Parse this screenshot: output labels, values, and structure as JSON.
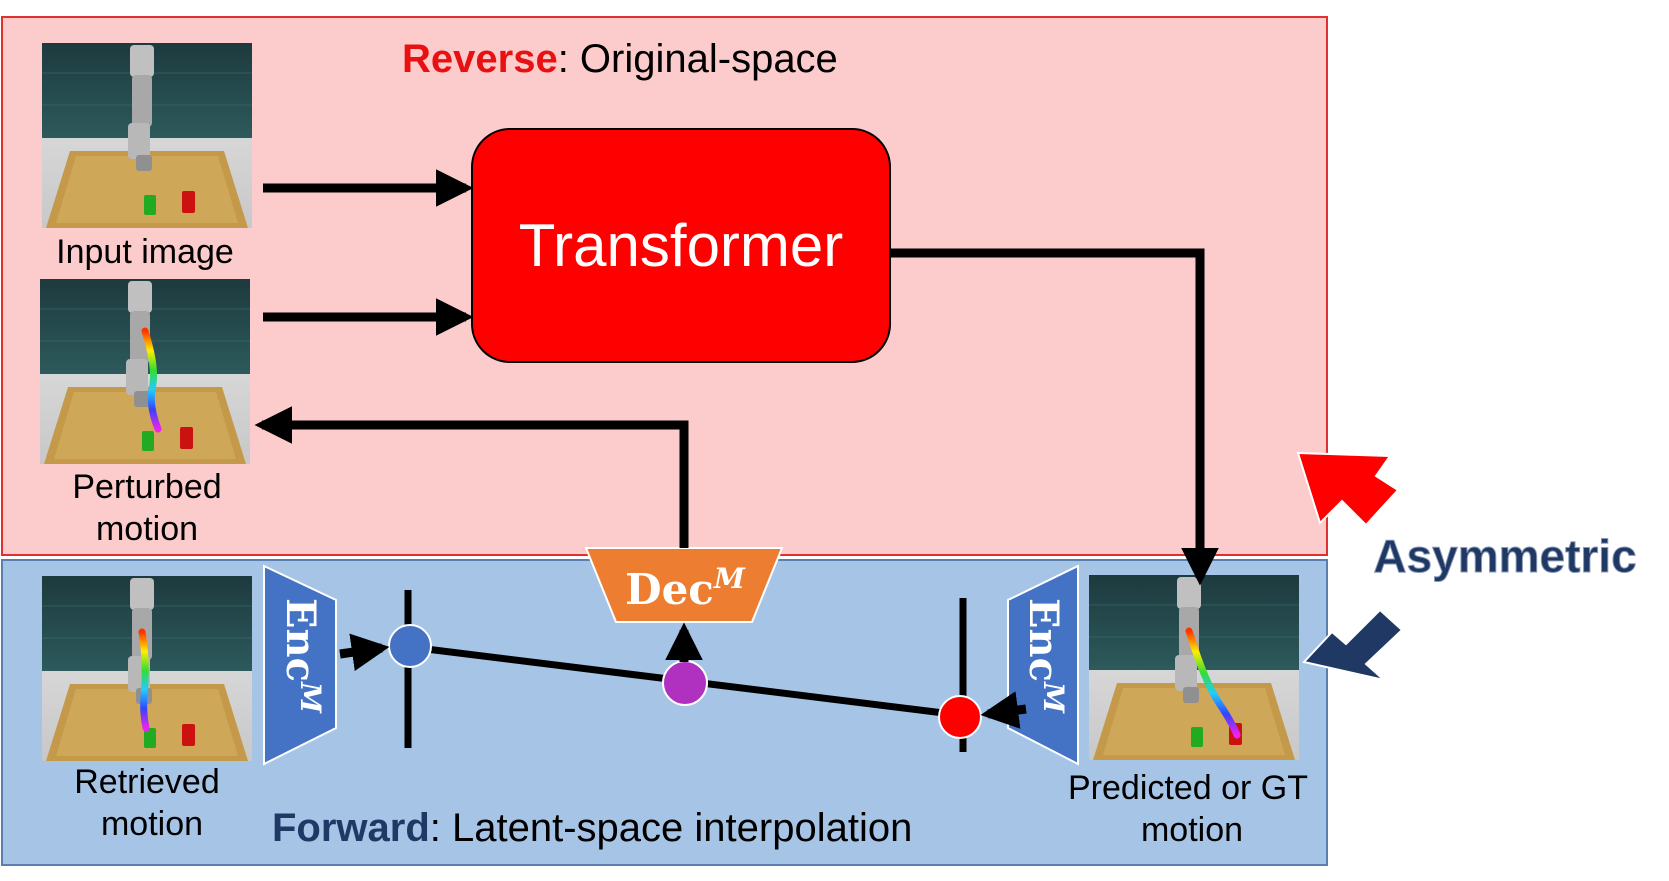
{
  "reverse": {
    "title_bold": "Reverse",
    "title_rest": ": Original-space"
  },
  "forward": {
    "title_bold": "Forward",
    "title_rest": ": Latent-space interpolation"
  },
  "transformer": {
    "label": "Transformer"
  },
  "decoder": {
    "label": "Dec",
    "superscript": "M"
  },
  "encoder_left": {
    "label": "Enc",
    "superscript": "M"
  },
  "encoder_right": {
    "label": "Enc",
    "superscript": "M"
  },
  "images": {
    "input": {
      "label": "Input image"
    },
    "perturbed": {
      "label_line1": "Perturbed",
      "label_line2": "motion"
    },
    "retrieved": {
      "label_line1": "Retrieved",
      "label_line2": "motion"
    },
    "predicted": {
      "label_line1": "Predicted or GT",
      "label_line2": "motion"
    }
  },
  "asymmetric": {
    "label": "Asymmetric"
  },
  "colors": {
    "reverse_bg": "#fccbcb",
    "reverse_border": "#e03030",
    "forward_bg": "#a6c4e6",
    "forward_border": "#5a7fae",
    "transformer_fill": "#ff0000",
    "reverse_title": "#e81010",
    "forward_title": "#1f3864",
    "decoder_fill": "#ed7d31",
    "encoder_fill": "#4472c4",
    "point_retrieved": "#4472c4",
    "point_mid": "#b030c0",
    "point_predicted": "#ff0000",
    "arrow_red": "#ff0000",
    "arrow_navy": "#1f3864"
  }
}
